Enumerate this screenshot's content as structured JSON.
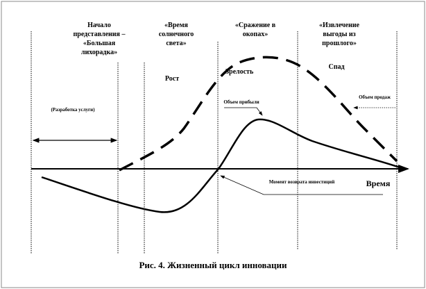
{
  "phases": [
    {
      "lines": [
        "Начало",
        "представления –",
        "«Большая",
        "лихорадка»"
      ]
    },
    {
      "lines": [
        "«Время",
        "солнечного",
        "света»"
      ]
    },
    {
      "lines": [
        "«Сражение в",
        "окопах»"
      ]
    },
    {
      "lines": [
        "«Извлечение",
        "выгоды из",
        "прошлого»"
      ]
    }
  ],
  "stages": {
    "development": "(Разработка услуги)",
    "growth": "Рост",
    "maturity": "Зрелость",
    "decline": "Спад"
  },
  "labels": {
    "profit": "Объем прибыли",
    "sales": "Объем продаж",
    "payback": "Момент возврата инвестиций",
    "time_axis": "Время"
  },
  "caption": "Рис. 4. Жизненный цикл инновации"
}
